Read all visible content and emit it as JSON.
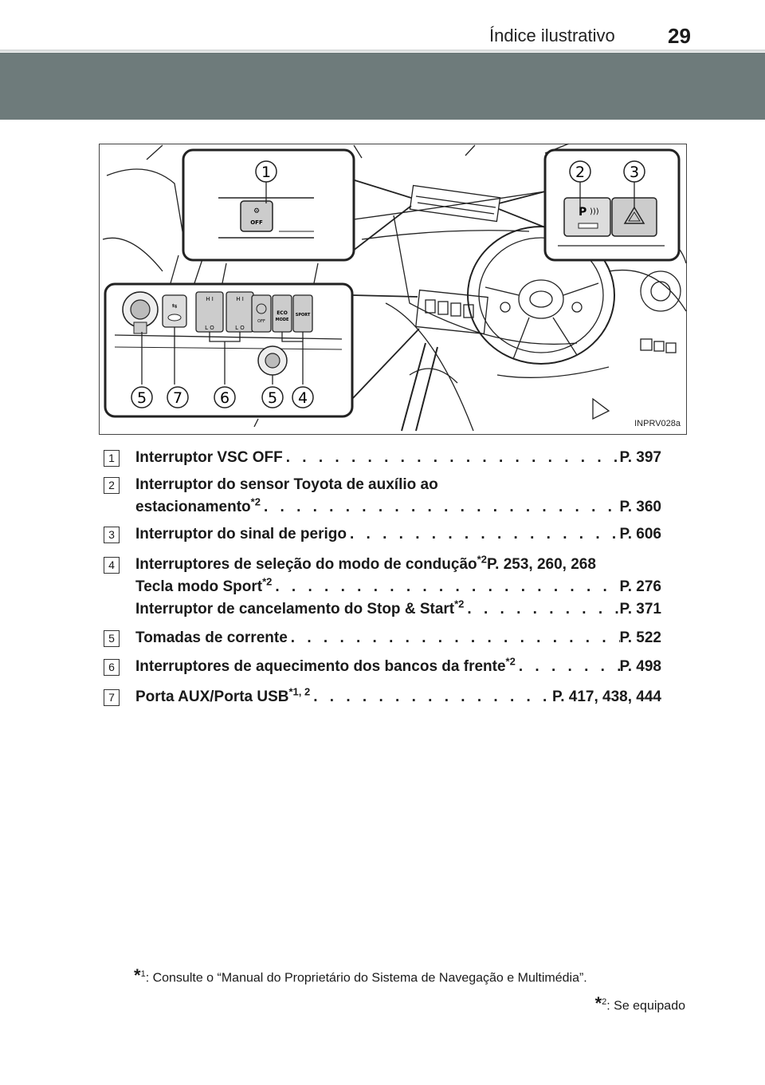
{
  "header": {
    "page_number": "29",
    "section_title": "Índice ilustrativo"
  },
  "figure": {
    "code": "INPRV028a",
    "callouts": [
      "1",
      "2",
      "3",
      "5",
      "7",
      "6",
      "5",
      "4"
    ],
    "panel_labels": {
      "vsc": "OFF",
      "hi": "H I",
      "lo": "L O",
      "eco": "ECO",
      "mode": "MODE",
      "sport": "SPORT",
      "off": "OFF",
      "p": "P"
    }
  },
  "entries": [
    {
      "number": "1",
      "lines": [
        {
          "text": "Interruptor VSC OFF",
          "sup": "",
          "ref": "P. 397"
        }
      ]
    },
    {
      "number": "2",
      "lines": [
        {
          "text": "Interruptor do sensor Toyota de auxílio ao",
          "sup": "",
          "ref": ""
        },
        {
          "text": "estacionamento",
          "sup": "*2",
          "ref": "P. 360"
        }
      ]
    },
    {
      "number": "3",
      "lines": [
        {
          "text": "Interruptor do sinal de perigo",
          "sup": "",
          "ref": "P. 606"
        }
      ]
    },
    {
      "number": "4",
      "lines": [
        {
          "text": "Interruptores de seleção do modo de condução",
          "sup": "*2",
          "ref": "P. 253, 260, 268"
        },
        {
          "text": "Tecla modo Sport",
          "sup": "*2",
          "ref": "P. 276"
        },
        {
          "text": "Interruptor de cancelamento do Stop & Start",
          "sup": "*2",
          "ref": "P. 371"
        }
      ]
    },
    {
      "number": "5",
      "lines": [
        {
          "text": "Tomadas de corrente",
          "sup": "",
          "ref": "P. 522"
        }
      ]
    },
    {
      "number": "6",
      "lines": [
        {
          "text": "Interruptores de aquecimento dos bancos da frente",
          "sup": "*2",
          "ref": "P. 498"
        }
      ]
    },
    {
      "number": "7",
      "lines": [
        {
          "text": "Porta AUX/Porta USB",
          "sup": "*1, 2",
          "ref": "P. 417, 438, 444"
        }
      ]
    }
  ],
  "footnotes": {
    "note1_marker": "*",
    "note1_sup": "1",
    "note1_text": ": Consulte o “Manual do Proprietário do Sistema de Navegação e Multimédia”.",
    "note2_marker": "*",
    "note2_sup": "2",
    "note2_text": ": Se equipado"
  }
}
